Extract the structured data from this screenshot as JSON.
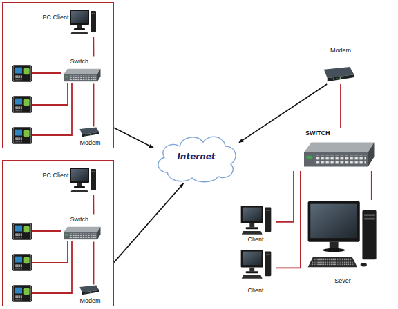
{
  "diagram": {
    "nodes": [
      {
        "text": []
      },
      {
        "text": [
          "PC Client"
        ],
        "in": 0
      },
      {
        "text": [
          "Switch"
        ],
        "in": 0
      },
      {
        "text": [
          "Modem"
        ],
        "in": 0
      },
      {
        "text": []
      },
      {
        "text": [
          "PC Client"
        ],
        "in": 4
      },
      {
        "text": [
          "Switch"
        ],
        "in": 4
      },
      {
        "text": [
          "Modem"
        ],
        "in": 4
      },
      {
        "text": [
          "Internet"
        ]
      },
      {
        "text": [
          "Modem"
        ]
      },
      {
        "text": [
          "SWITCH"
        ]
      },
      {
        "text": [
          "Client"
        ]
      },
      {
        "text": [
          "Client"
        ]
      },
      {
        "text": [
          "Sever"
        ]
      }
    ],
    "edges": [
      {
        "from": 1,
        "to": 2,
        "arrow": "none"
      },
      {
        "from": 2,
        "to": 3,
        "arrow": "none"
      },
      {
        "from": 5,
        "to": 6,
        "arrow": "none"
      },
      {
        "from": 6,
        "to": 7,
        "arrow": "none"
      },
      {
        "from": 0,
        "to": 8,
        "arrow": "to"
      },
      {
        "from": 4,
        "to": 8,
        "arrow": "to"
      },
      {
        "from": 9,
        "to": 8,
        "arrow": "to"
      },
      {
        "from": 9,
        "to": 10,
        "arrow": "none"
      },
      {
        "from": 10,
        "to": 11,
        "arrow": "none"
      },
      {
        "from": 10,
        "to": 12,
        "arrow": "none"
      },
      {
        "from": 10,
        "to": 13,
        "arrow": "none"
      }
    ]
  }
}
